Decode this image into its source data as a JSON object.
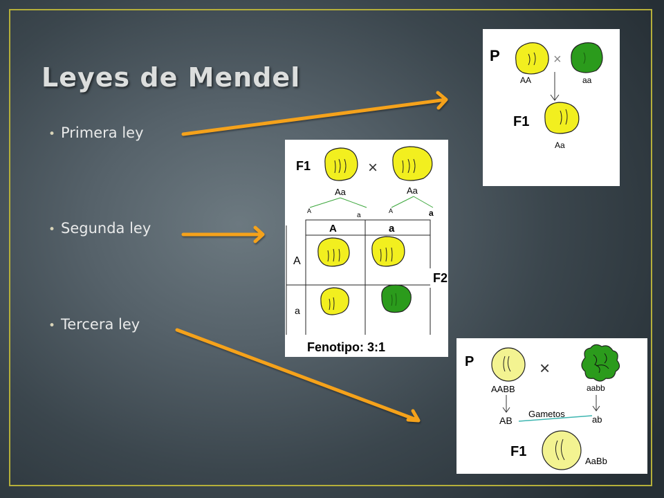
{
  "slide": {
    "title": "Leyes de Mendel",
    "bullets": [
      {
        "label": "Primera ley"
      },
      {
        "label": "Segunda ley"
      },
      {
        "label": "Tercera ley"
      }
    ]
  },
  "colors": {
    "arrow": "#f5a21b",
    "frame": "#b6b03a",
    "title": "#dcdedd",
    "pea_yellow": "#f2ef1f",
    "pea_green": "#2b9b1c",
    "pea_pale": "#f3f391",
    "gametes_line": "#3cb5b0"
  },
  "panels": {
    "primera": {
      "p_label": "P",
      "cross_symbol": "×",
      "left_genotype": "AA",
      "right_genotype": "aa",
      "f1_label": "F1",
      "f1_genotype": "Aa"
    },
    "segunda": {
      "f1_label": "F1",
      "cross_symbol": "×",
      "left_parent": "Aa",
      "right_parent": "Aa",
      "gametes": [
        "A",
        "a",
        "A",
        "a"
      ],
      "col_headers": [
        "A",
        "a"
      ],
      "row_headers": [
        "A",
        "a"
      ],
      "f2_label": "F2",
      "phenotype": "Fenotipo: 3:1"
    },
    "tercera": {
      "p_label": "P",
      "cross_symbol": "×",
      "left_genotype": "AABB",
      "right_genotype": "aabb",
      "gametes_label": "Gametos",
      "left_gamete": "AB",
      "right_gamete": "ab",
      "f1_label": "F1",
      "f1_genotype": "AaBb"
    }
  }
}
